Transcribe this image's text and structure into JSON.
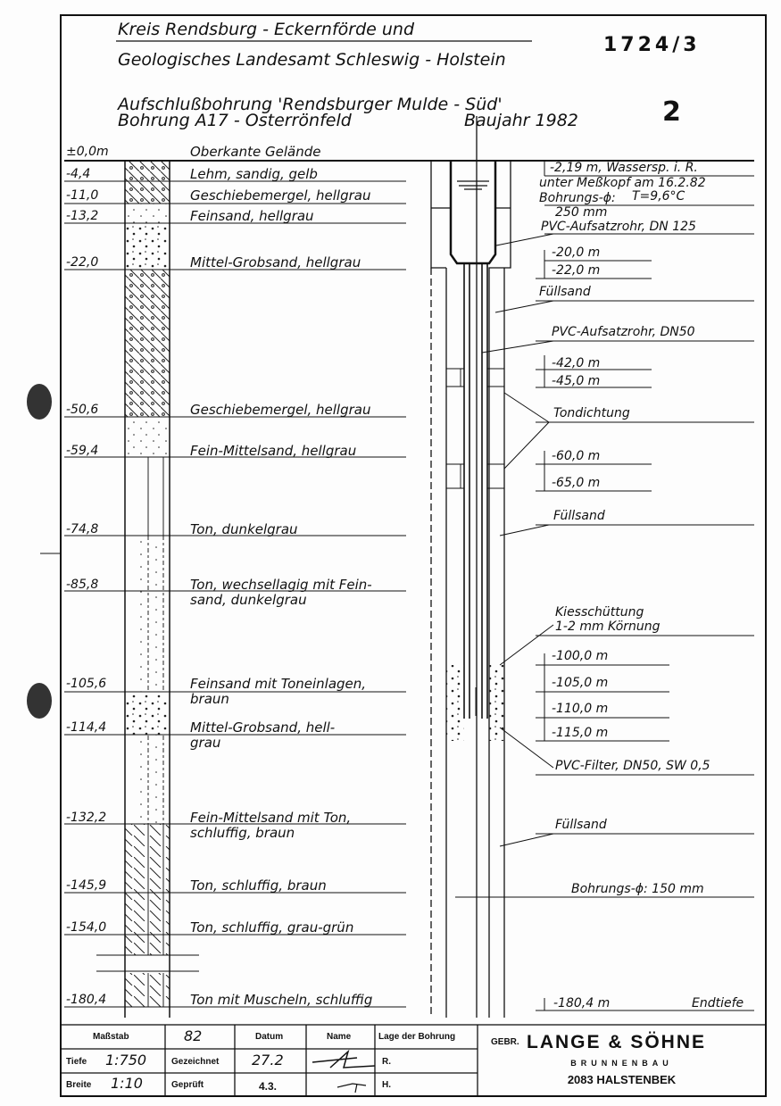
{
  "header": {
    "line1": "Kreis Rendsburg - Eckernförde und",
    "line2": "Geologisches Landesamt Schleswig - Holstein",
    "line3": "Aufschlußbohrung 'Rendsburger Mulde - Süd'",
    "line4": "Bohrung A17 - Osterrönfeld",
    "year": "Baujahr 1982",
    "doc_number": "1724/3",
    "sheet": "2"
  },
  "layers": [
    {
      "depth": "±0,0m",
      "label": "Oberkante Gelände"
    },
    {
      "depth": "-4,4",
      "label": "Lehm, sandig, gelb"
    },
    {
      "depth": "-11,0",
      "label": "Geschiebemergel, hellgrau"
    },
    {
      "depth": "-13,2",
      "label": "Feinsand, hellgrau"
    },
    {
      "depth": "-22,0",
      "label": "Mittel-Grobsand, hellgrau"
    },
    {
      "depth": "-50,6",
      "label": "Geschiebemergel, hellgrau"
    },
    {
      "depth": "-59,4",
      "label": "Fein-Mittelsand, hellgrau"
    },
    {
      "depth": "-74,8",
      "label": "Ton, dunkelgrau"
    },
    {
      "depth": "-85,8",
      "label": "Ton, wechsellagig mit Fein-",
      "label2": "sand, dunkelgrau"
    },
    {
      "depth": "-105,6",
      "label": "Feinsand mit Toneinlagen,",
      "label2": "braun"
    },
    {
      "depth": "-114,4",
      "label": "Mittel-Grobsand, hell-",
      "label2": "grau"
    },
    {
      "depth": "-132,2",
      "label": "Fein-Mittelsand mit Ton,",
      "label2": "schluffig, braun"
    },
    {
      "depth": "-145,9",
      "label": "Ton, schluffig, braun"
    },
    {
      "depth": "-154,0",
      "label": "Ton, schluffig, grau-grün"
    },
    {
      "depth": "-180,4",
      "label": "Ton mit Muscheln, schluffig"
    }
  ],
  "construction": {
    "water": "-2,19 m, Wassersp. i. R.",
    "water2": "unter Meßkopf am 16.2.82",
    "bore1": "Bohrungs-ϕ:",
    "temp": "T=9,6°C",
    "bore1_size": "250 mm",
    "pipe125": "PVC-Aufsatzrohr, DN 125",
    "d20": "-20,0 m",
    "d22": "-22,0 m",
    "fill1": "Füllsand",
    "pipe50": "PVC-Aufsatzrohr, DN50",
    "d42": "-42,0 m",
    "d45": "-45,0 m",
    "seal": "Tondichtung",
    "d60": "-60,0 m",
    "d65": "-65,0 m",
    "fill2": "Füllsand",
    "gravel": "Kiesschüttung",
    "gravel2": "1-2 mm Körnung",
    "d100": "-100,0 m",
    "d105": "-105,0 m",
    "d110": "-110,0 m",
    "d115": "-115,0 m",
    "filter": "PVC-Filter, DN50, SW 0,5",
    "fill3": "Füllsand",
    "bore2": "Bohrungs-ϕ: 150 mm",
    "end_depth": "-180,4 m",
    "end_label": "Endtiefe"
  },
  "titleblock": {
    "scale_label": "Maßstab",
    "year": "82",
    "date_label": "Datum",
    "name_label": "Name",
    "location_label": "Lage der Bohrung",
    "depth_label": "Tiefe",
    "depth_scale": "1:750",
    "drawn_label": "Gezeichnet",
    "drawn_date": "27.2",
    "width_label": "Breite",
    "width_scale": "1:10",
    "checked_label": "Geprüft",
    "checked_date": "4.3.",
    "r": "R.",
    "h": "H.",
    "company_prefix": "GEBR.",
    "company": "LANGE & SÖHNE",
    "company_sub": "BRUNNENBAU",
    "company_addr": "2083 HALSTENBEK"
  }
}
